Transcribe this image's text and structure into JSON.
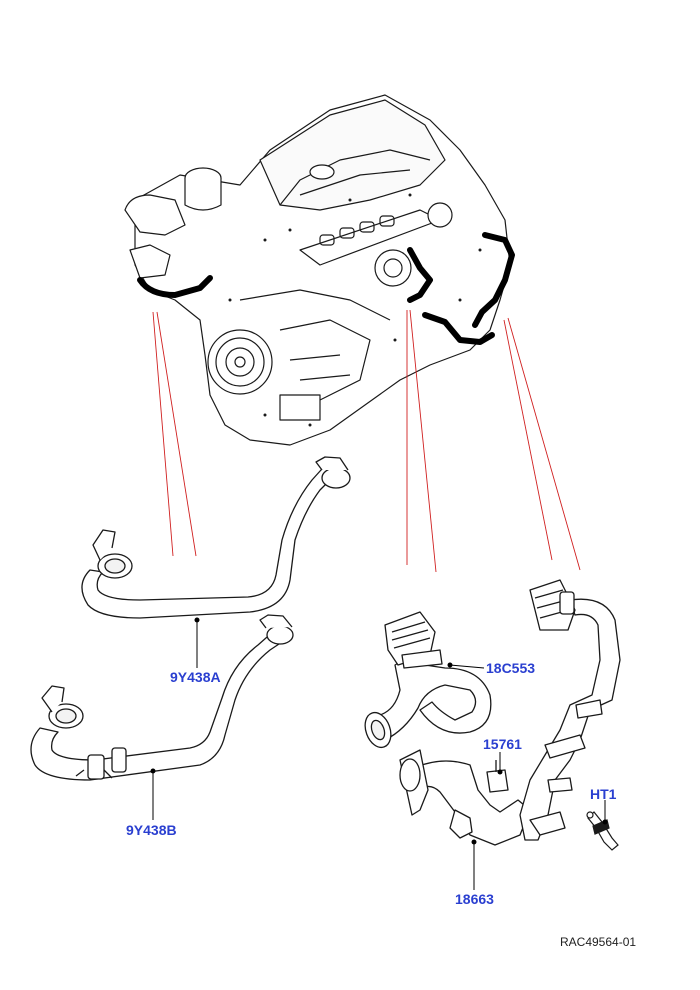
{
  "callouts": {
    "part_9y438a": "9Y438A",
    "part_9y438b": "9Y438B",
    "part_18c553": "18C553",
    "part_15761": "15761",
    "part_ht1": "HT1",
    "part_18663": "18663"
  },
  "figure_ref": "RAC49564-01",
  "colors": {
    "callout_text": "#2a3fd0",
    "leader_line": "#d02020",
    "line_art": "#1a1a1a",
    "hose_highlight": "#000000"
  }
}
